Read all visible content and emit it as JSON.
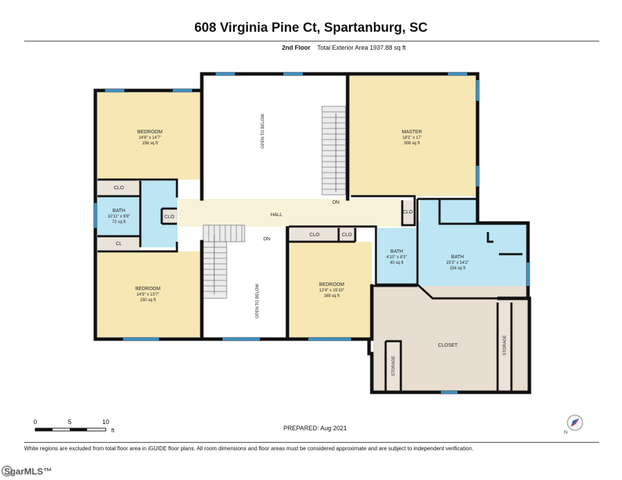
{
  "header": {
    "title": "608 Virginia Pine Ct, Spartanburg, SC",
    "floor": "2nd Floor",
    "area": "Total Exterior Area 1937.88 sq ft"
  },
  "rooms": {
    "bedroom_nw": {
      "name": "BEDROOM",
      "dims": "14'8\" x 14'7\"",
      "area": "156 sq ft"
    },
    "master": {
      "name": "MASTER",
      "dims": "18'1\" x 17'",
      "area": "308 sq ft"
    },
    "bath_small_left": {
      "name": "BATH",
      "dims": "10'11\" x 9'8\"",
      "area": "72 sq ft"
    },
    "bedroom_sw": {
      "name": "BEDROOM",
      "dims": "14'9\" x 13'7\"",
      "area": "150 sq ft"
    },
    "bedroom_mid": {
      "name": "BEDROOM",
      "dims": "12'4\" x 15'10\"",
      "area": "169 sq ft"
    },
    "bath_small_mid": {
      "name": "BATH",
      "dims": "4'10\" x 8'3\"",
      "area": "40 sq ft"
    },
    "bath_master": {
      "name": "BATH",
      "dims": "15'3\" x 14'2\"",
      "area": "154 sq ft"
    },
    "hall": "HALL",
    "closet": "CLOSET",
    "storage": "STORAGE",
    "clo": "CLO",
    "cl": "CL",
    "open_to_below": "OPEN TO BELOW",
    "dn": "DN"
  },
  "scale": {
    "ticks": [
      "0",
      "5",
      "10"
    ],
    "unit": "ft"
  },
  "prepared": "PREPARED:  Aug 2021",
  "disclaimer": "White regions are excluded from total floor area in iGUIDE floor plans. All room dimensions and floor areas must be considered approximate and are subject to independent verification.",
  "logo": "SgarMLS™",
  "compass_label": "N",
  "colors": {
    "bedroom": "#f6e7b4",
    "bath": "#bde5f4",
    "hall": "#f8f3d8",
    "closet": "#e7ddd0",
    "clo": "#e9e3d9",
    "wall": "#111111",
    "window": "#3d8fc0"
  }
}
